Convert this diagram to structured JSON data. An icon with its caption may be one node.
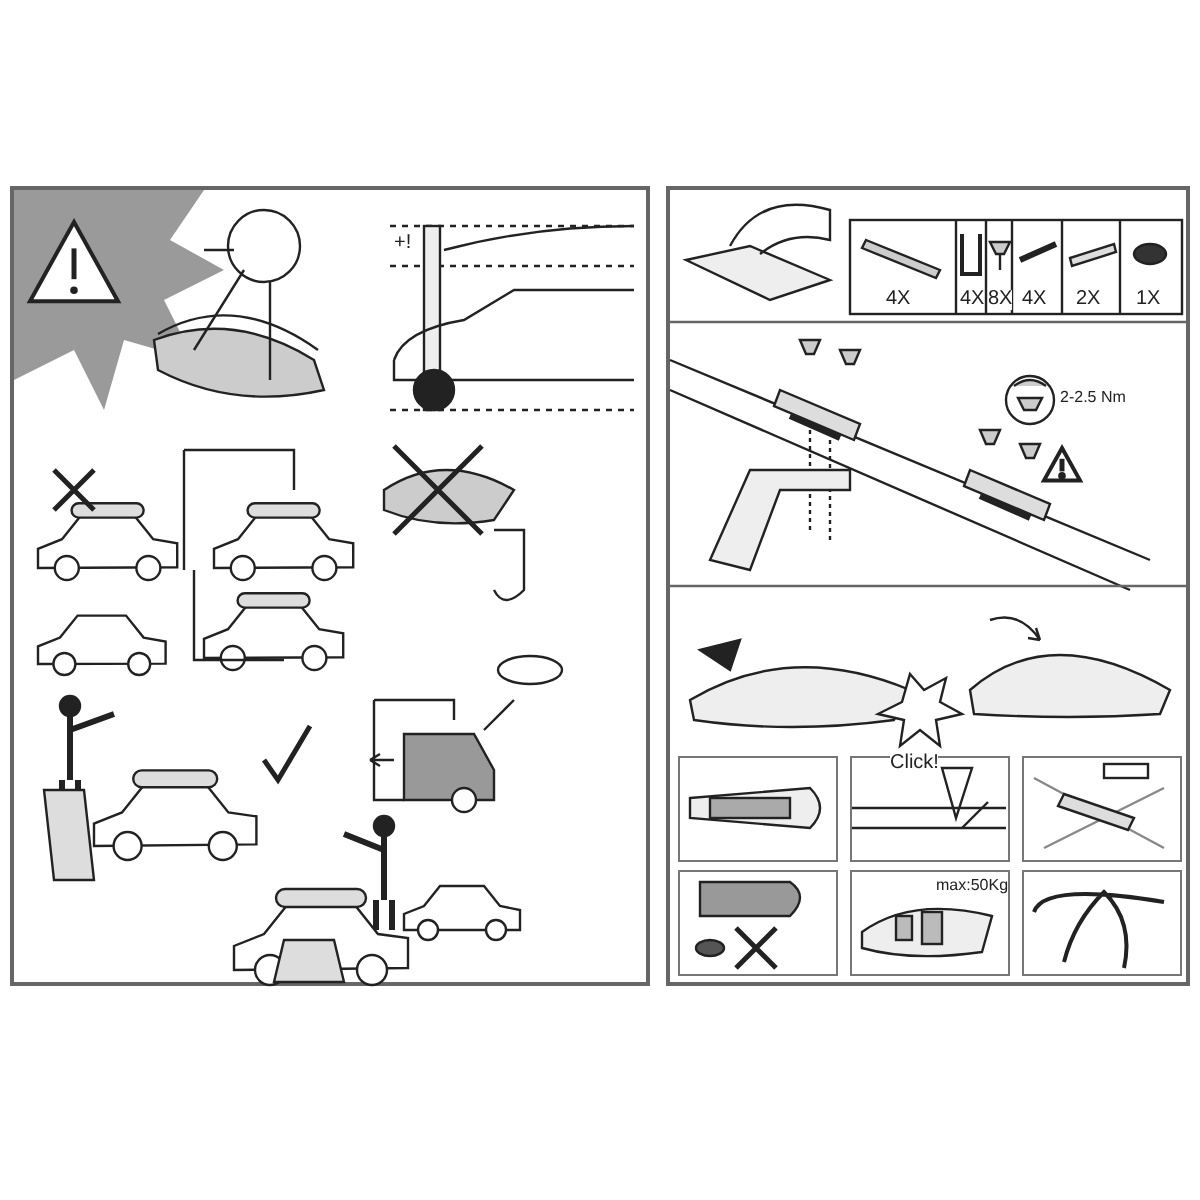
{
  "diagram": {
    "labels": [
      "+!",
      "4X",
      "4X",
      "8X",
      "4X",
      "2X",
      "1X",
      "2-2.5 Nm",
      "Click!",
      "max:50Kg"
    ]
  }
}
